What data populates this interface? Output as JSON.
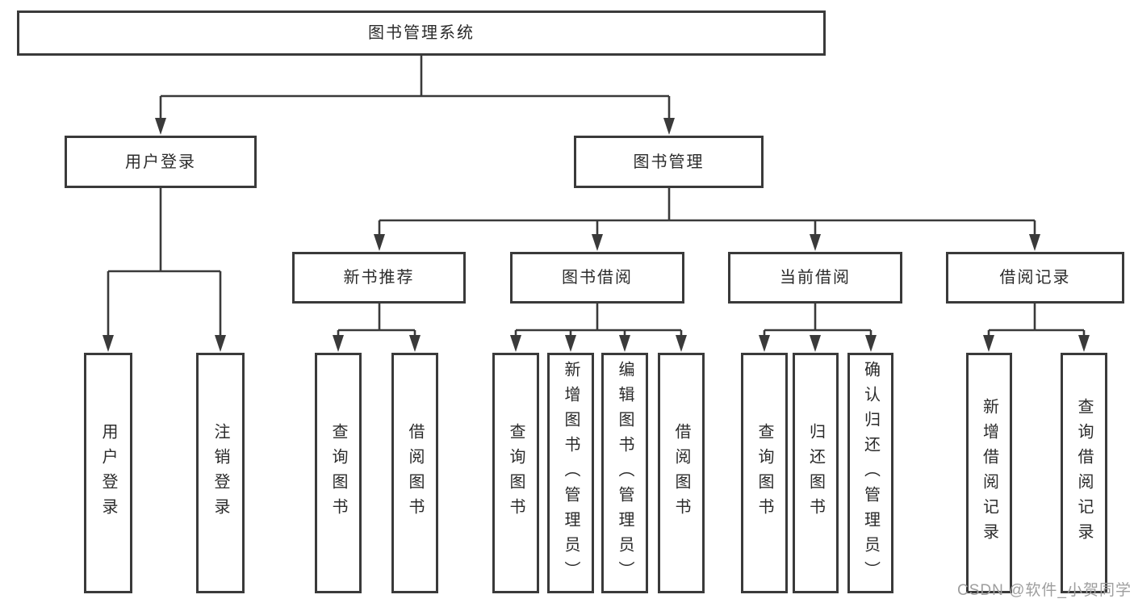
{
  "diagram": {
    "root": {
      "label": "图书管理系统"
    },
    "level2": {
      "user_login": {
        "label": "用户登录"
      },
      "book_mgmt": {
        "label": "图书管理"
      }
    },
    "level3": {
      "new_book": {
        "label": "新书推荐"
      },
      "book_borrow": {
        "label": "图书借阅"
      },
      "current_borrow": {
        "label": "当前借阅"
      },
      "borrow_record": {
        "label": "借阅记录"
      }
    },
    "leaves": {
      "user_login": [
        "用户登录",
        "注销登录"
      ],
      "new_book": [
        "查询图书",
        "借阅图书"
      ],
      "book_borrow": [
        "查询图书",
        "新增图书（管理员）",
        "编辑图书（管理员）",
        "借阅图书"
      ],
      "current_borrow": [
        "查询图书",
        "归还图书",
        "确认归还（管理员）"
      ],
      "borrow_record": [
        "新增借阅记录",
        "查询借阅记录"
      ]
    }
  },
  "watermark": {
    "text": "CSDN @软件_小贺同学"
  },
  "colors": {
    "line": "#3a3a3a",
    "box_border": "#3a3a3a",
    "text": "#2b2b2b",
    "watermark": "#9e9e9e",
    "background": "#ffffff"
  }
}
